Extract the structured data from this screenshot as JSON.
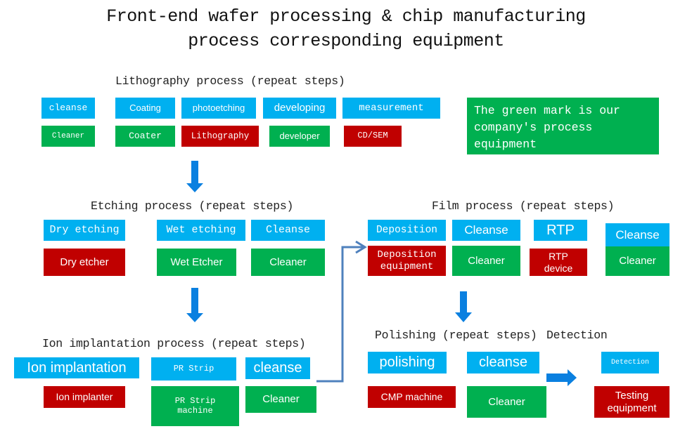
{
  "title": {
    "line1": "Front-end wafer processing & chip manufacturing",
    "line2": "process corresponding equipment"
  },
  "legend_note": "The green mark is our company's process equipment",
  "colors": {
    "process_step": "#00b0f0",
    "our_equipment": "#00b050",
    "other_equipment": "#c00000",
    "arrow": "#0a80e0",
    "connector": "#4f81bd"
  },
  "lithography": {
    "heading": "Lithography process (repeat steps)",
    "steps": [
      "cleanse",
      "Coating",
      "photoetching",
      "developing",
      "measurement"
    ],
    "equipment": [
      "Cleaner",
      "Coater",
      "Lithography",
      "developer",
      "CD/SEM"
    ]
  },
  "etching": {
    "heading": "Etching process (repeat steps)",
    "steps": [
      "Dry etching",
      "Wet etching",
      "Cleanse"
    ],
    "equipment": [
      "Dry etcher",
      "Wet Etcher",
      "Cleaner"
    ]
  },
  "ion_implantation": {
    "heading": "Ion implantation process (repeat steps)",
    "steps": [
      "Ion implantation",
      "PR Strip",
      "cleanse"
    ],
    "equipment": [
      "Ion implanter",
      "PR Strip machine",
      "Cleaner"
    ]
  },
  "film": {
    "heading": "Film process (repeat steps)",
    "steps": [
      "Deposition",
      "Cleanse",
      "RTP",
      "Cleanse"
    ],
    "equipment": [
      "Deposition equipment",
      "Cleaner",
      "RTP device",
      "Cleaner"
    ]
  },
  "polishing": {
    "heading": "Polishing (repeat steps)",
    "steps": [
      "polishing",
      "cleanse"
    ],
    "equipment": [
      "CMP machine",
      "Cleaner"
    ]
  },
  "detection": {
    "heading": "Detection",
    "steps": [
      "Detection"
    ],
    "equipment": [
      "Testing equipment"
    ]
  }
}
